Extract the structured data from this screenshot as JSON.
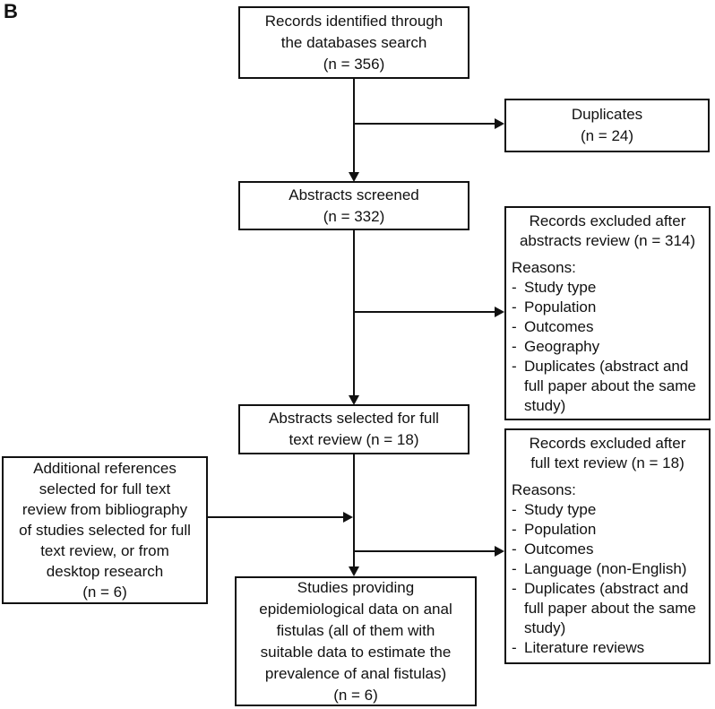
{
  "figure": {
    "panel_label": "B",
    "bullet": "-",
    "colors": {
      "border": "#111111",
      "background": "#ffffff",
      "text": "#111111"
    },
    "nodes": {
      "identified": {
        "text": "Records identified through\nthe databases search\n(n = 356)"
      },
      "duplicates": {
        "text": "Duplicates\n(n = 24)"
      },
      "screened": {
        "text": "Abstracts screened\n(n = 332)"
      },
      "excluded_abstracts": {
        "title": "Records excluded after\nabstracts review (n = 314)",
        "reasons_label": "Reasons:",
        "reasons": [
          "Study type",
          "Population",
          "Outcomes",
          "Geography",
          "Duplicates (abstract and full paper about the same study)"
        ]
      },
      "selected_full_text": {
        "text": "Abstracts selected for full\ntext review (n = 18)"
      },
      "additional_references": {
        "text": "Additional references\nselected for full text\nreview from bibliography\nof studies selected for full\ntext review, or from\ndesktop research\n(n = 6)"
      },
      "excluded_full_text": {
        "title": "Records excluded after\nfull text review (n = 18)",
        "reasons_label": "Reasons:",
        "reasons": [
          "Study type",
          "Population",
          "Outcomes",
          "Language (non-English)",
          "Duplicates (abstract and full paper about the same study)",
          "Literature reviews"
        ]
      },
      "final_studies": {
        "text": "Studies providing\nepidemiological data on anal\nfistulas (all of them with\nsuitable data to estimate the\nprevalence of anal fistulas)\n(n = 6)"
      }
    }
  }
}
